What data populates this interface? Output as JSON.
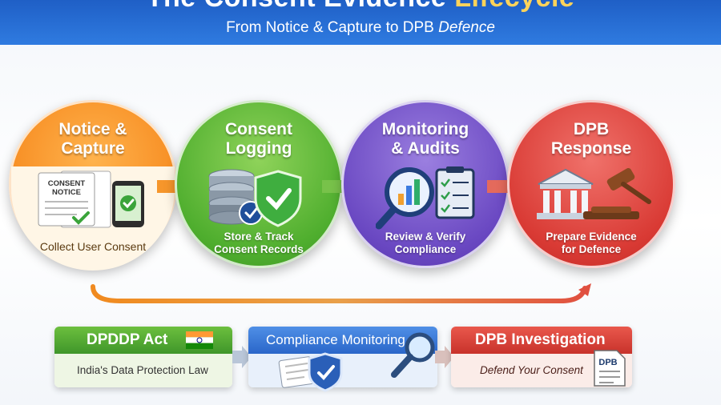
{
  "header": {
    "title_part1": "The Consent Evidence",
    "title_part2": "Lifecycle",
    "subtitle_part1": "From Notice & Capture to DPB",
    "subtitle_part2": "Defence"
  },
  "stages": [
    {
      "title_line1": "Notice &",
      "title_line2": "Capture",
      "desc_line1": "Collect User Consent",
      "desc_line2": "",
      "notice_line1": "CONSENT",
      "notice_line2": "NOTICE",
      "color": "#f68a1f"
    },
    {
      "title_line1": "Consent",
      "title_line2": "Logging",
      "desc_line1": "Store & Track",
      "desc_line2": "Consent Records",
      "color": "#4fae2e"
    },
    {
      "title_line1": "Monitoring",
      "title_line2": "& Audits",
      "desc_line1": "Review & Verify",
      "desc_line2": "Compliance",
      "color": "#6a48c2"
    },
    {
      "title_line1": "DPB",
      "title_line2": "Response",
      "desc_line1": "Prepare Evidence",
      "desc_line2": "for Defence",
      "color": "#d93a34"
    }
  ],
  "cards": [
    {
      "title": "DPDDP Act",
      "body": "India's Data Protection Law",
      "color": "#3f962a"
    },
    {
      "title": "Compliance Monitoring",
      "body": "",
      "color": "#2a66c9"
    },
    {
      "title": "DPB Investigation",
      "body": "Defend Your Consent",
      "doc_label": "DPB",
      "color": "#c8322b"
    }
  ]
}
